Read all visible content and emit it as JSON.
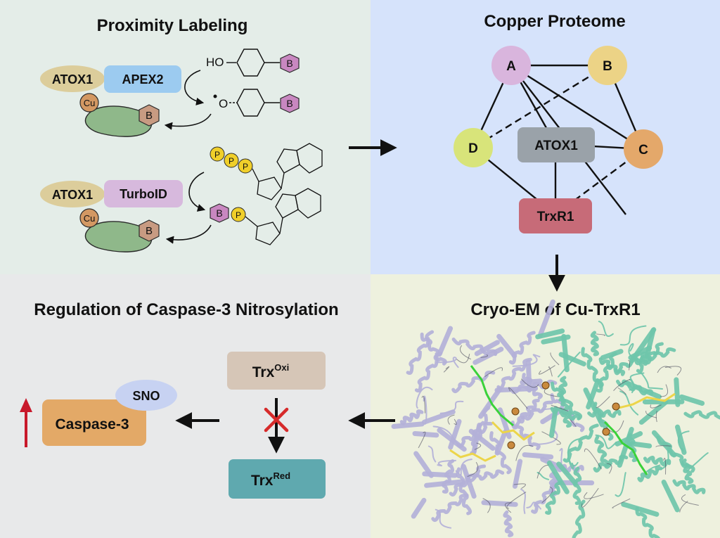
{
  "panels": {
    "proximity": {
      "title": "Proximity Labeling",
      "apex_row": {
        "bait": "ATOX1",
        "enzyme": "APEX2",
        "cu": "Cu",
        "biotin": "B",
        "phenol_ho": "HO",
        "radical_o": "O"
      },
      "turbo_row": {
        "bait": "ATOX1",
        "enzyme": "TurboID",
        "cu": "Cu",
        "biotin": "B",
        "phosphate": "P"
      }
    },
    "proteome": {
      "title": "Copper Proteome",
      "nodes": {
        "a": "A",
        "b": "B",
        "c": "C",
        "d": "D",
        "atox1": "ATOX1",
        "trxr1": "TrxR1"
      }
    },
    "cryoem": {
      "title": "Cryo-EM of Cu-TrxR1"
    },
    "regulation": {
      "title": "Regulation of Caspase-3 Nitrosylation",
      "sno": "SNO",
      "caspase": "Caspase-3",
      "trx_oxi_base": "Trx",
      "trx_oxi_sup": "Oxi",
      "trx_red_base": "Trx",
      "trx_red_sup": "Red"
    }
  },
  "colors": {
    "bg_proximity": "#e4ede8",
    "bg_proteome": "#d6e3fb",
    "bg_cryoem": "#eef1de",
    "bg_regulation": "#e8e9ea",
    "atox1_bait": "#dccd9b",
    "apex2": "#9ccbf0",
    "turboid": "#d7b9dd",
    "biotin_hex": "#c887c0",
    "cu_ball": "#d39863",
    "enzyme_body": "#8fb88a",
    "protein_b_hex": "#c89b82",
    "phosphate": "#f0cf2a",
    "node_a": "#d9b5dd",
    "node_b": "#ecd386",
    "node_c": "#e4a86a",
    "node_d": "#d8e47a",
    "node_atox1": "#9aa2a9",
    "node_trxr1": "#c76b78",
    "trx_oxi": "#d6c6b7",
    "trx_red": "#5fa9af",
    "caspase": "#e3a967",
    "sno": "#c7d2f2",
    "up_arrow": "#c8192b",
    "block_x": "#d62a2a",
    "chain_lilac": "#b3b1d8",
    "chain_teal": "#6fc5aa",
    "ligand_green": "#3ad23a",
    "ligand_yellow": "#ecd54a"
  }
}
